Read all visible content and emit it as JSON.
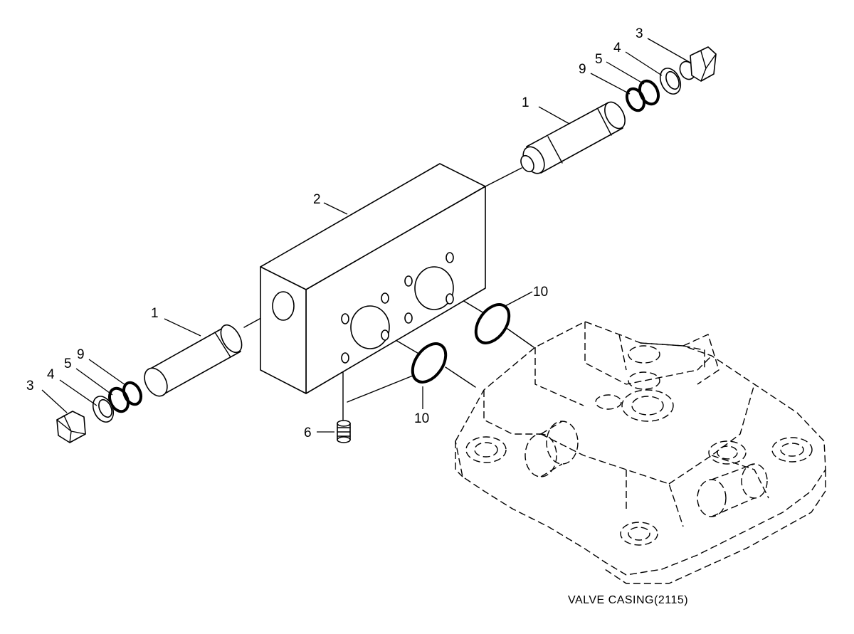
{
  "callouts": [
    {
      "id": "spool-top",
      "text": "1"
    },
    {
      "id": "spool-bottom",
      "text": "1"
    },
    {
      "id": "block",
      "text": "2"
    },
    {
      "id": "plug-top",
      "text": "3"
    },
    {
      "id": "plug-bottom",
      "text": "3"
    },
    {
      "id": "washer-top",
      "text": "4"
    },
    {
      "id": "washer-bottom",
      "text": "4"
    },
    {
      "id": "oring5-top",
      "text": "5"
    },
    {
      "id": "oring5-bottom",
      "text": "5"
    },
    {
      "id": "plug-6",
      "text": "6"
    },
    {
      "id": "oring9-top",
      "text": "9"
    },
    {
      "id": "oring9-bottom",
      "text": "9"
    },
    {
      "id": "oring10-top",
      "text": "10"
    },
    {
      "id": "oring10-bottom",
      "text": "10"
    }
  ],
  "caption": "VALVE CASING(2115)",
  "colors": {
    "ink": "#000000",
    "paper": "#ffffff"
  }
}
